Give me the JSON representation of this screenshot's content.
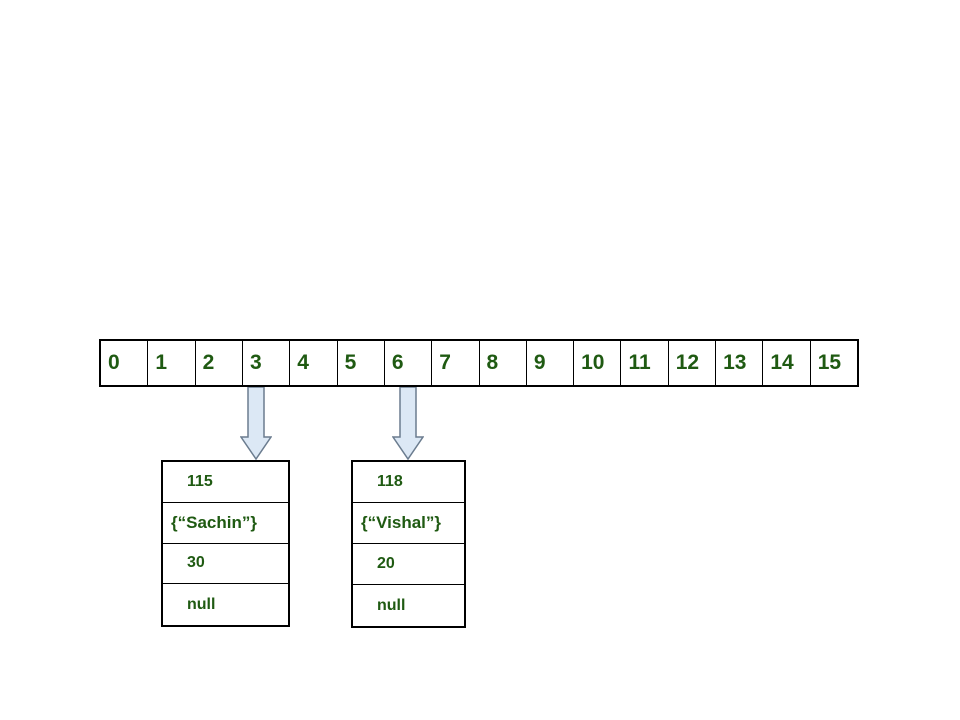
{
  "array": {
    "indices": [
      "0",
      "1",
      "2",
      "3",
      "4",
      "5",
      "6",
      "7",
      "8",
      "9",
      "10",
      "11",
      "12",
      "13",
      "14",
      "15"
    ]
  },
  "nodes": [
    {
      "bucket_index": 3,
      "hash": "115",
      "key": "{“Sachin”}",
      "value": "30",
      "next": "null"
    },
    {
      "bucket_index": 6,
      "hash": "118",
      "key": "{“Vishal”}",
      "value": "20",
      "next": "null"
    }
  ],
  "colors": {
    "text": "#1f5a12",
    "arrow_fill": "#dce8f5",
    "arrow_stroke": "#6b7c8f",
    "border": "#000000"
  }
}
